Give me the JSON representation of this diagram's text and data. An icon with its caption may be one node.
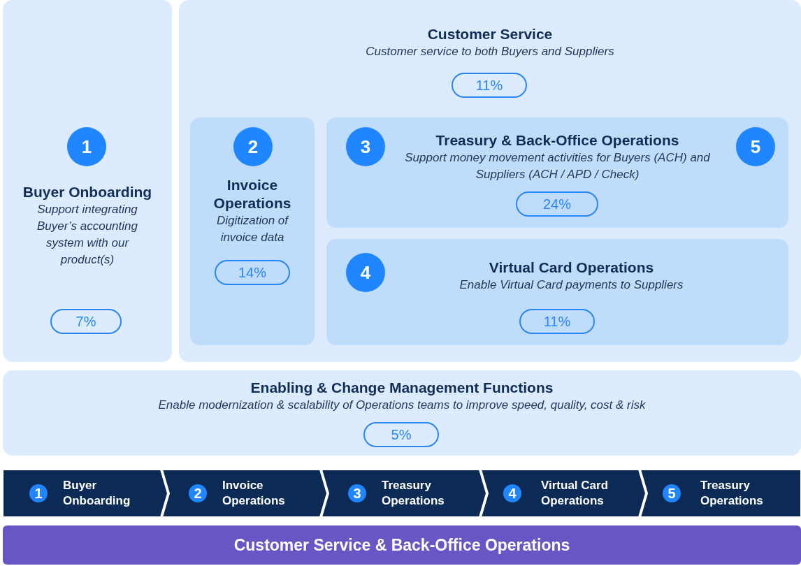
{
  "diagram": {
    "nodes": [
      {
        "text": [
          "Buyer Onboarding",
          "Support integrating Buyer’s accounting system with our product(s)"
        ]
      },
      {
        "text": [
          "1"
        ],
        "in": 0
      },
      {
        "text": [
          "7%"
        ],
        "in": 0
      },
      {
        "text": [
          "Customer Service",
          "Customer service to both Buyers and Suppliers"
        ]
      },
      {
        "text": [
          "11%"
        ],
        "in": 3
      },
      {
        "text": [
          "Invoice Operations",
          "Digitization of invoice data"
        ],
        "in": 3
      },
      {
        "text": [
          "2"
        ],
        "in": 5
      },
      {
        "text": [
          "14%"
        ],
        "in": 5
      },
      {
        "text": [
          "Treasury & Back-Office Operations",
          "Support money movement activities for Buyers (ACH) and Suppliers (ACH / APD / Check)"
        ],
        "in": 3
      },
      {
        "text": [
          "3"
        ],
        "in": 8
      },
      {
        "text": [
          "5"
        ],
        "in": 8
      },
      {
        "text": [
          "24%"
        ],
        "in": 8
      },
      {
        "text": [
          "Virtual Card Operations",
          "Enable Virtual Card payments to Suppliers"
        ],
        "in": 3
      },
      {
        "text": [
          "4"
        ],
        "in": 12
      },
      {
        "text": [
          "11%"
        ],
        "in": 12
      },
      {
        "text": [
          "Enabling & Change Management Functions",
          "Enable modernization & scalability of Operations teams to improve speed, quality, cost & risk"
        ]
      },
      {
        "text": [
          "5%"
        ],
        "in": 15
      },
      {
        "text": [
          "Buyer Onboarding"
        ]
      },
      {
        "text": [
          "1"
        ],
        "in": 17
      },
      {
        "text": [
          "Invoice Operations"
        ]
      },
      {
        "text": [
          "2"
        ],
        "in": 19
      },
      {
        "text": [
          "Treasury Operations"
        ]
      },
      {
        "text": [
          "3"
        ],
        "in": 21
      },
      {
        "text": [
          "Virtual Card Operations"
        ]
      },
      {
        "text": [
          "4"
        ],
        "in": 23
      },
      {
        "text": [
          "Treasury Operations"
        ]
      },
      {
        "text": [
          "5"
        ],
        "in": 25
      },
      {
        "text": [
          "Customer Service & Back-Office Operations"
        ]
      }
    ]
  }
}
